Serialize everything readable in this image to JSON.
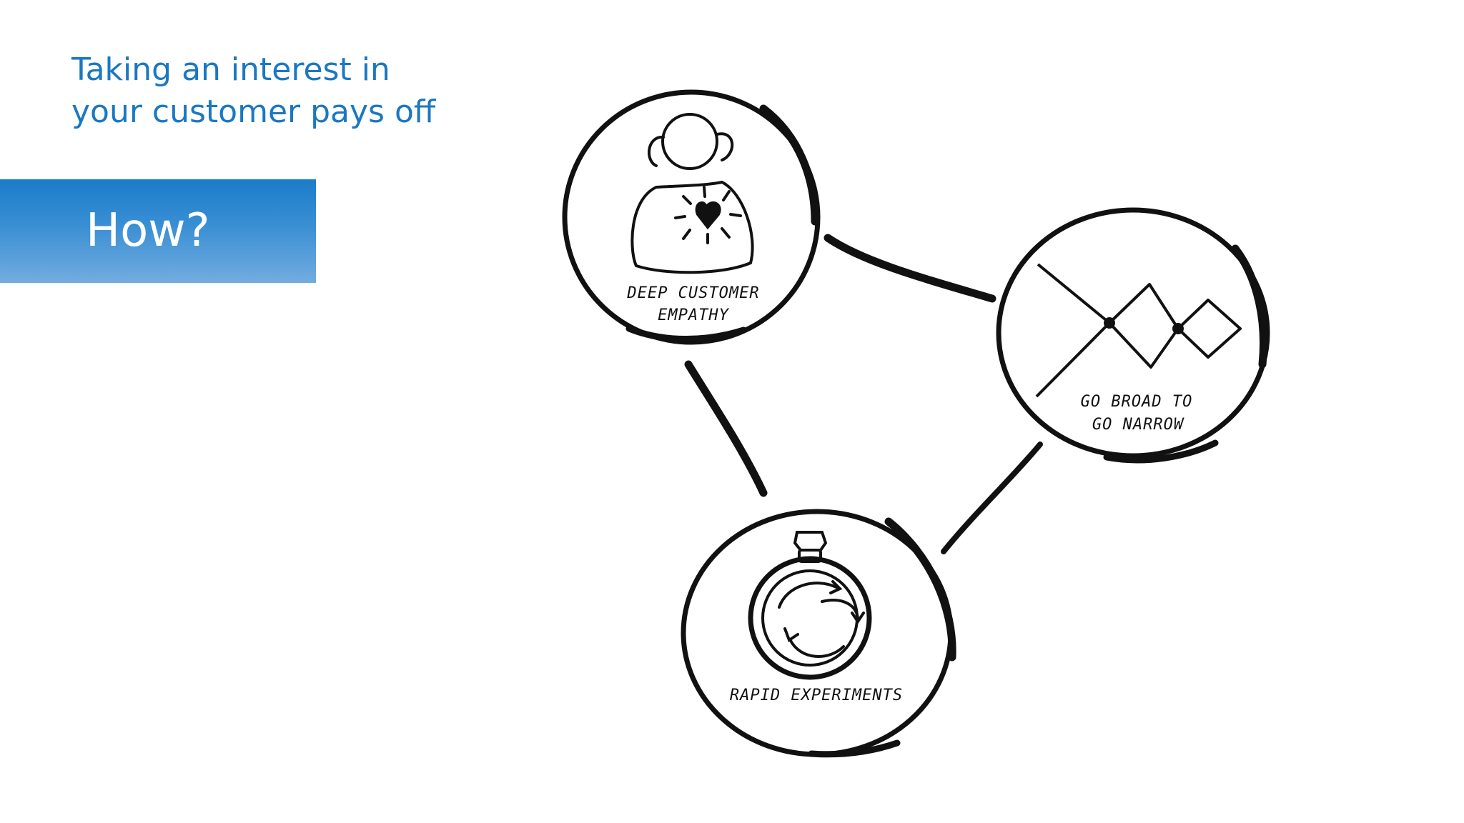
{
  "title": {
    "line1": "Taking an interest in",
    "line2": "your customer pays off"
  },
  "banner": {
    "label": "How?"
  },
  "diagram": {
    "nodes": [
      {
        "caption_line1": "DEEP CUSTOMER",
        "caption_line2": "EMPATHY",
        "icon": "person-heart-icon"
      },
      {
        "caption_line1": "GO BROAD TO",
        "caption_line2": "GO NARROW",
        "icon": "diverge-converge-icon"
      },
      {
        "caption_line1": "RAPID EXPERIMENTS",
        "icon": "stopwatch-cycle-icon"
      }
    ]
  },
  "colors": {
    "title": "#1a78c2",
    "banner": "#1a7cc9",
    "ink": "#111111"
  }
}
